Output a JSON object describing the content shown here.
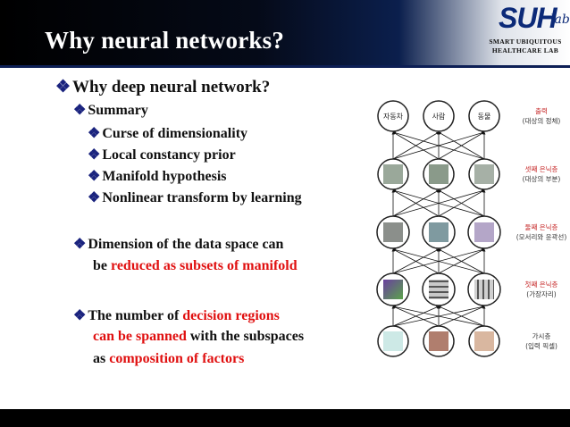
{
  "header": {
    "title": "Why neural networks?",
    "logo": {
      "main": "SUH",
      "script": "lab.",
      "line1": "SMART UBIQUITOUS",
      "line2": "HEALTHCARE LAB"
    }
  },
  "content": {
    "bullet_main": "Why deep neural network?",
    "summary_label": "Summary",
    "summary_items": [
      "Curse of dimensionality",
      "Local constancy prior",
      "Manifold hypothesis",
      "Nonlinear transform by learning"
    ],
    "dimension": {
      "line1": "Dimension of the data space can",
      "line2_prefix": "be ",
      "line2_highlight": "reduced as subsets of manifold"
    },
    "regions": {
      "line1_prefix": "The number of ",
      "line1_highlight": "decision regions",
      "line2_highlight": "can be spanned",
      "line2_suffix": " with the subspaces",
      "line3_prefix": "as ",
      "line3_highlight": "composition of factors"
    }
  },
  "figure": {
    "output_nodes": [
      "자동차",
      "사람",
      "동물"
    ],
    "layers": [
      {
        "title": "출력",
        "subtitle": "(대상의 정체)",
        "color": "#c62828"
      },
      {
        "title": "셋째 은닉층",
        "subtitle": "(대상의 부분)",
        "color": "#c62828"
      },
      {
        "title": "둘째 은닉층",
        "subtitle": "(모서리와 윤곽선)",
        "color": "#c62828"
      },
      {
        "title": "첫째 은닉층",
        "subtitle": "(가장자리)",
        "color": "#c62828"
      },
      {
        "title": "가시층",
        "subtitle": "(입력 픽셀)",
        "color": "#333333"
      }
    ]
  },
  "colors": {
    "accent_red": "#e01010",
    "bullet_blue": "#1a237e",
    "header_blue": "#0c2a78"
  }
}
